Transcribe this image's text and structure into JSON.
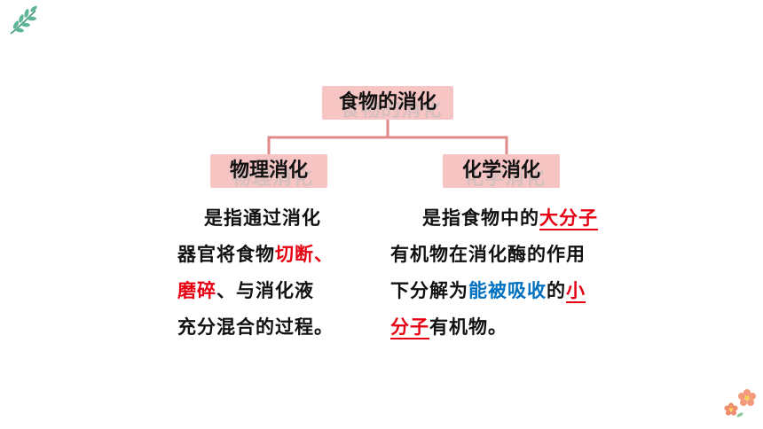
{
  "title": "食物的消化",
  "branches": {
    "physical": {
      "label": "物理消化",
      "lines": [
        [
          {
            "text": "是指通过消化",
            "style": "normal"
          }
        ],
        [
          {
            "text": "器官将食物",
            "style": "normal"
          },
          {
            "text": "切断、",
            "style": "red"
          }
        ],
        [
          {
            "text": "磨碎",
            "style": "red"
          },
          {
            "text": "、与消化液",
            "style": "normal"
          }
        ],
        [
          {
            "text": "充分混合的过程。",
            "style": "normal"
          }
        ]
      ]
    },
    "chemical": {
      "label": "化学消化",
      "lines": [
        [
          {
            "text": "是指食物中的",
            "style": "normal"
          },
          {
            "text": "大分子",
            "style": "red-ul"
          }
        ],
        [
          {
            "text": "有机物在消化酶的作用",
            "style": "normal"
          }
        ],
        [
          {
            "text": "下分解为",
            "style": "normal"
          },
          {
            "text": "能被吸收",
            "style": "blue"
          },
          {
            "text": "的",
            "style": "normal"
          },
          {
            "text": "小",
            "style": "red-ul"
          }
        ],
        [
          {
            "text": "分子",
            "style": "red-ul"
          },
          {
            "text": "有机物。",
            "style": "normal"
          }
        ]
      ]
    }
  },
  "colors": {
    "box_fill": "#f6c4c2",
    "connector": "#e08a8a",
    "highlight_red": "#e60012",
    "highlight_blue": "#0070c0"
  },
  "icons": {
    "top_left": "leaf-sprig-icon",
    "bottom_right": "flower-cluster-icon"
  }
}
